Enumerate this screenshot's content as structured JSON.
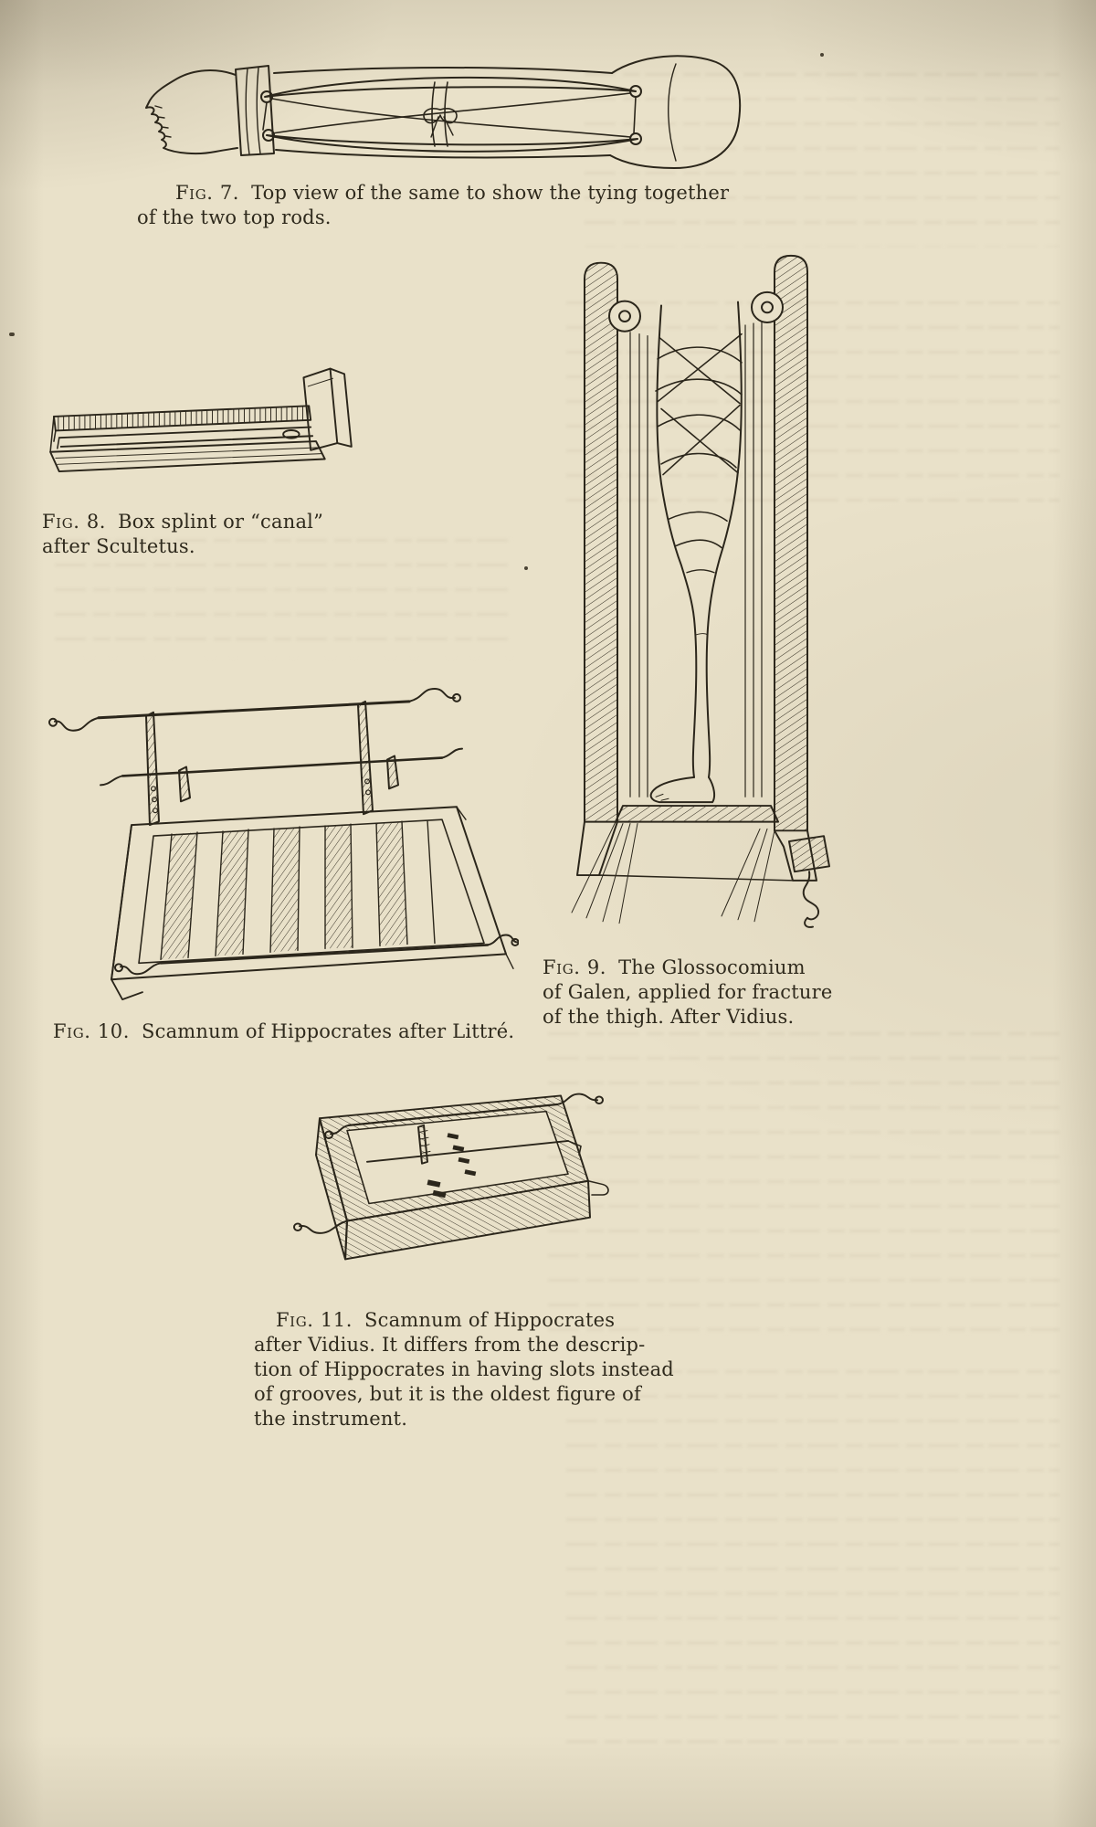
{
  "page": {
    "paper_color": "#e9e1c9",
    "ink_color": "#2b261b"
  },
  "figures": {
    "fig7": {
      "label": "Fig. 7.",
      "lines": [
        "Top view of the same to show the tying together",
        "of the two top rods."
      ]
    },
    "fig8": {
      "label": "Fig. 8.",
      "lines": [
        "Box splint or “canal”",
        "after Scultetus."
      ]
    },
    "fig9": {
      "label": "Fig. 9.",
      "lines": [
        "The Glossocomium",
        "of Galen, applied for fracture",
        "of the thigh.  After Vidius."
      ]
    },
    "fig10": {
      "label": "Fig. 10.",
      "lines": [
        "Scamnum of Hippocrates after Littré."
      ]
    },
    "fig11": {
      "label": "Fig. 11.",
      "lines": [
        "Scamnum of Hippocrates",
        "after Vidius.  It differs from the descrip-",
        "tion of Hippocrates in having slots instead",
        "of grooves, but it is the oldest figure of",
        "the instrument."
      ]
    }
  },
  "illustrations": {
    "fig7": "foot-splint-top-view-engraving",
    "fig8": "box-splint-canal-engraving",
    "fig9": "glossocomium-of-galen-engraving",
    "fig10": "scamnum-of-hippocrates-littre-engraving",
    "fig11": "scamnum-of-hippocrates-vidius-engraving"
  }
}
